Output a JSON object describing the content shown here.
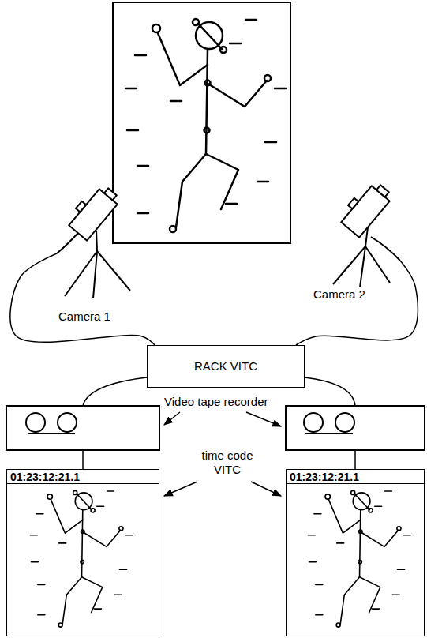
{
  "diagram": {
    "nodes": [
      {
        "text": [
          "Camera 1"
        ]
      },
      {
        "text": [
          "Camera 2"
        ]
      },
      {
        "text": [
          "RACK VITC"
        ]
      },
      {
        "text": [
          "01:23:12:21.1"
        ]
      },
      {
        "text": [
          "01:23:12:21.1"
        ]
      }
    ],
    "edges": [
      {
        "from": 0,
        "to": 2,
        "arrow": "none"
      },
      {
        "from": 1,
        "to": 2,
        "arrow": "none"
      }
    ],
    "labels": [
      "Video tape recorder",
      "time code VITC"
    ]
  }
}
